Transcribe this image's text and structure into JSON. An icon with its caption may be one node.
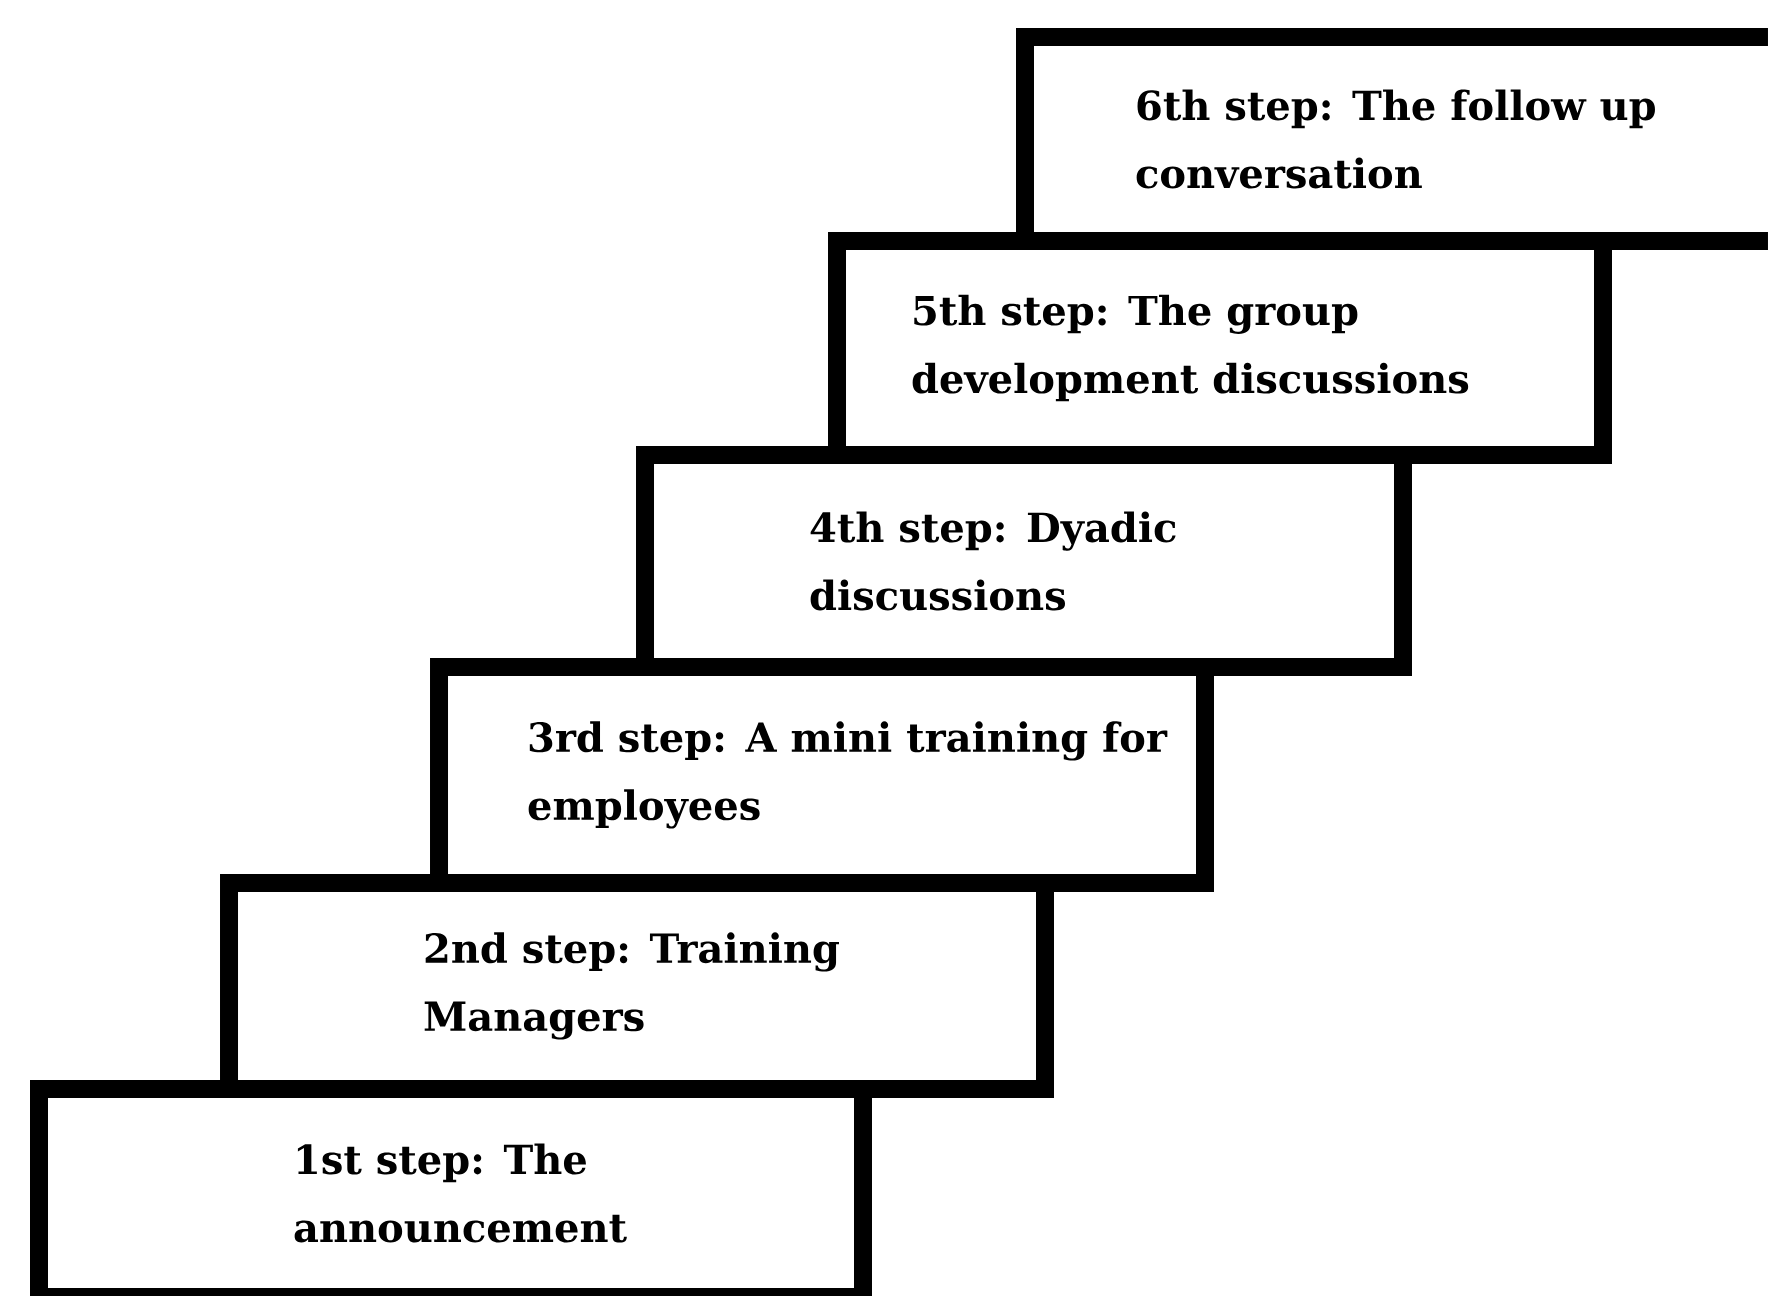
{
  "diagram": {
    "nodes": [
      {
        "text": [
          "1st step: The announcement"
        ]
      },
      {
        "text": [
          "2nd step: Training Managers"
        ]
      },
      {
        "text": [
          "3rd step: A mini training for employees"
        ]
      },
      {
        "text": [
          "4th step: Dyadic discussions"
        ]
      },
      {
        "text": [
          "5th step: The group development discussions"
        ]
      },
      {
        "text": [
          "6th step: The follow up conversation"
        ]
      }
    ]
  }
}
